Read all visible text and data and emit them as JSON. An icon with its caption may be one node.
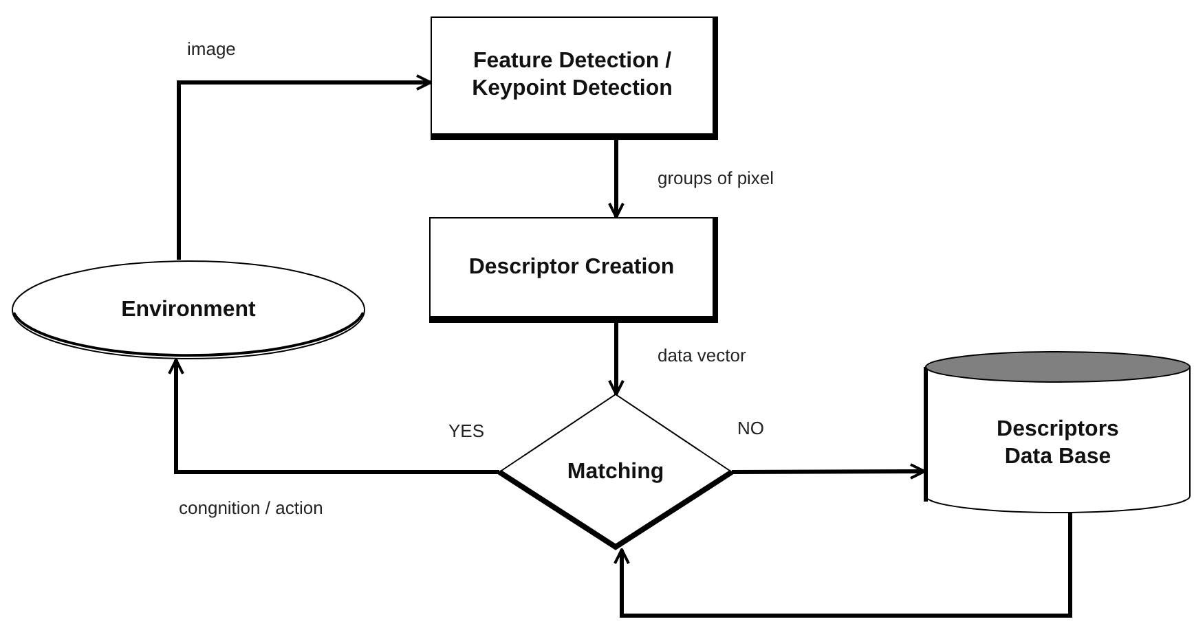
{
  "diagram": {
    "nodes": [
      {
        "text": [
          "Feature Detection / Keypoint Detection"
        ]
      },
      {
        "text": [
          "Descriptor Creation"
        ]
      },
      {
        "text": [
          "Environment"
        ]
      },
      {
        "text": [
          "Matching"
        ]
      },
      {
        "text": [
          "Descriptors Data Base"
        ]
      }
    ],
    "edges": [
      {
        "from": 2,
        "to": 0,
        "arrow": "to",
        "label": "image"
      },
      {
        "from": 0,
        "to": 1,
        "arrow": "to",
        "label": "groups of pixel"
      },
      {
        "from": 1,
        "to": 3,
        "arrow": "to",
        "label": "data vector"
      },
      {
        "from": 3,
        "to": 2,
        "arrow": "to",
        "label": "YES"
      },
      {
        "from": 3,
        "to": 4,
        "arrow": "to",
        "label": "NO"
      },
      {
        "from": 4,
        "to": 3,
        "arrow": "to"
      }
    ],
    "labels": [
      "congnition / action"
    ]
  }
}
